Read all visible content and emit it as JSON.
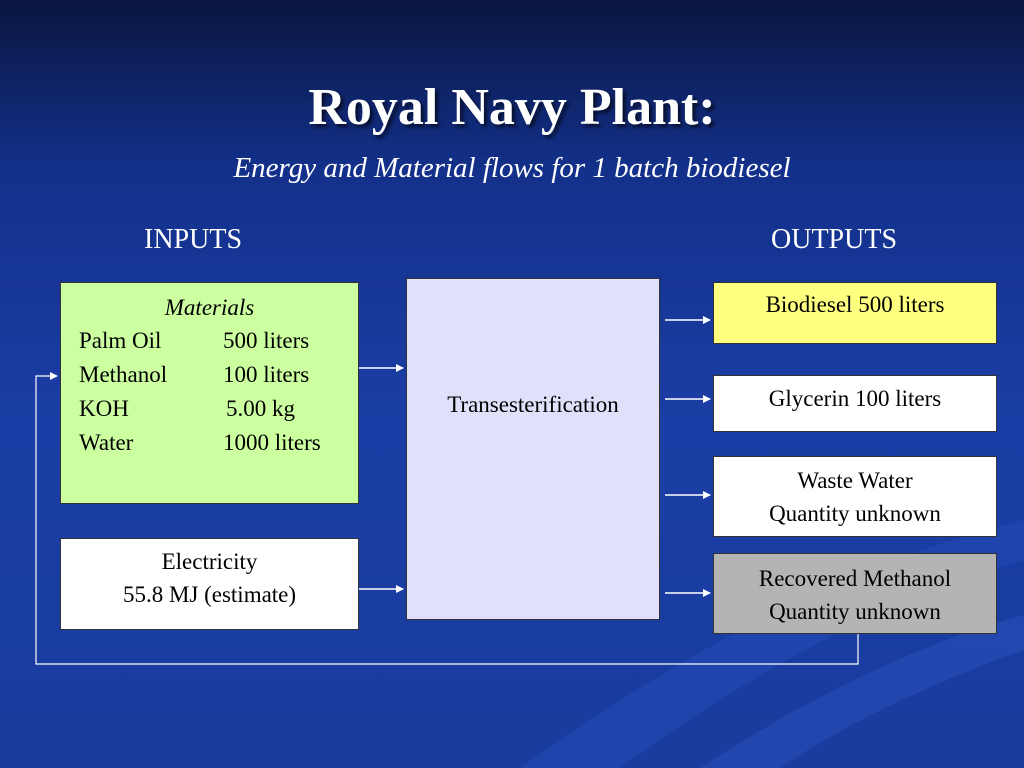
{
  "title": "Royal Navy Plant:",
  "subtitle": "Energy and Material flows for 1 batch biodiesel",
  "inputs_heading": "INPUTS",
  "outputs_heading": "OUTPUTS",
  "materials": {
    "heading": "Materials",
    "items": [
      {
        "name": "Palm Oil",
        "amount": "500 liters"
      },
      {
        "name": "Methanol",
        "amount": "100 liters"
      },
      {
        "name": "KOH",
        "amount": "5.00 kg"
      },
      {
        "name": "Water",
        "amount": "1000 liters"
      }
    ]
  },
  "electricity": {
    "line1": "Electricity",
    "line2": "55.8 MJ (estimate)"
  },
  "process": "Transesterification",
  "outputs": {
    "biodiesel": "Biodiesel 500 liters",
    "glycerin": "Glycerin 100 liters",
    "waste_water": {
      "line1": "Waste Water",
      "line2": "Quantity unknown"
    },
    "recovered_methanol": {
      "line1": "Recovered Methanol",
      "line2": "Quantity unknown"
    }
  },
  "colors": {
    "materials_box": "#ccffa0",
    "process_box": "#e0e0fa",
    "biodiesel_box": "#ffff80",
    "recovered_methanol_box": "#b4b4b4",
    "background": "#1b3ea6"
  }
}
